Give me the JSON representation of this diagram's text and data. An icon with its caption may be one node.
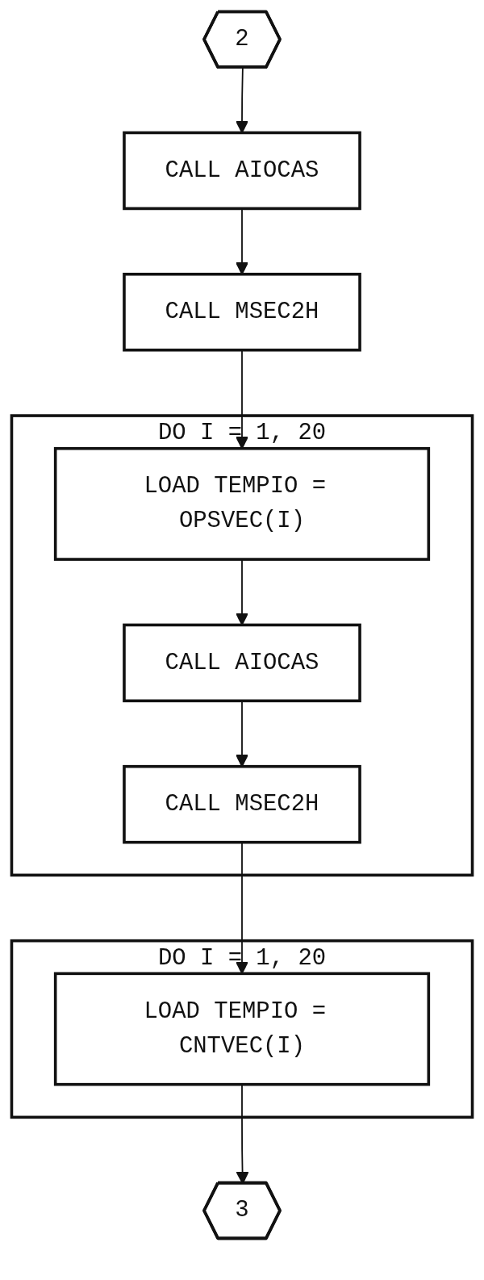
{
  "diagram": {
    "nodes": [
      {
        "text": [
          "2"
        ]
      },
      {
        "text": [
          "CALL AIOCAS"
        ]
      },
      {
        "text": [
          "CALL MSEC2H"
        ]
      },
      {
        "text": [
          "DO I = 1, 20"
        ]
      },
      {
        "text": [
          "LOAD TEMPIO = OPSVEC(I)"
        ],
        "in": 3
      },
      {
        "text": [
          "CALL AIOCAS"
        ],
        "in": 3
      },
      {
        "text": [
          "CALL MSEC2H"
        ],
        "in": 3
      },
      {
        "text": [
          "DO I = 1, 20"
        ]
      },
      {
        "text": [
          "LOAD TEMPIO = CNTVEC(I)"
        ],
        "in": 7
      },
      {
        "text": [
          "3"
        ]
      }
    ],
    "edges": [
      {
        "from": 0,
        "to": 1,
        "arrow": "to"
      },
      {
        "from": 1,
        "to": 2,
        "arrow": "to"
      },
      {
        "from": 2,
        "to": 4,
        "arrow": "to"
      },
      {
        "from": 4,
        "to": 5,
        "arrow": "to"
      },
      {
        "from": 5,
        "to": 6,
        "arrow": "to"
      },
      {
        "from": 6,
        "to": 8,
        "arrow": "to"
      },
      {
        "from": 8,
        "to": 9,
        "arrow": "to"
      }
    ]
  }
}
